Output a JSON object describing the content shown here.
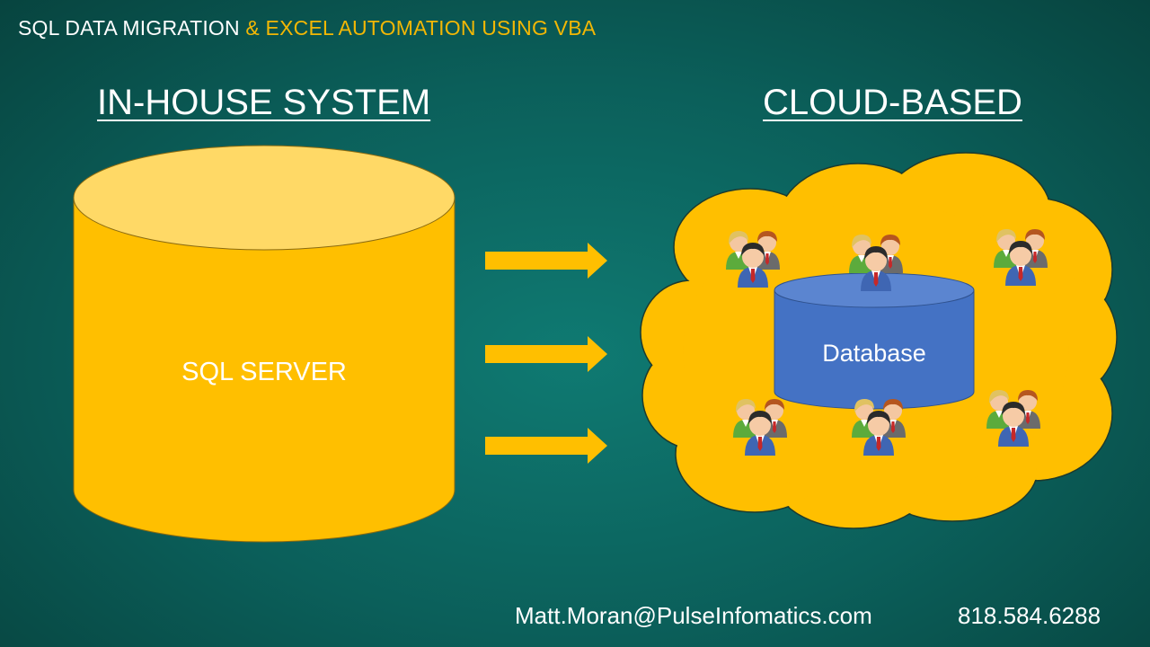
{
  "slide": {
    "title_part1": "SQL DATA MIGRATION ",
    "title_part2": "& EXCEL AUTOMATION USING VBA"
  },
  "headings": {
    "left": "IN-HOUSE SYSTEM",
    "right": "CLOUD-BASED"
  },
  "source": {
    "label": "SQL SERVER"
  },
  "cloud": {
    "database_label": "Database",
    "user_group_count": 6,
    "user_group_icon": "user-group-icon"
  },
  "arrows": {
    "count": 3,
    "icon": "arrow-right-icon"
  },
  "contact": {
    "email": "Matt.Moran@PulseInfomatics.com",
    "phone": "818.584.6288"
  },
  "colors": {
    "gold": "#ffbf00",
    "gold_top": "#ffd966",
    "db_blue": "#4472c4",
    "db_blue_top": "#5b85d0",
    "title_accent": "#f2b705",
    "background": "#0b5f5a"
  }
}
